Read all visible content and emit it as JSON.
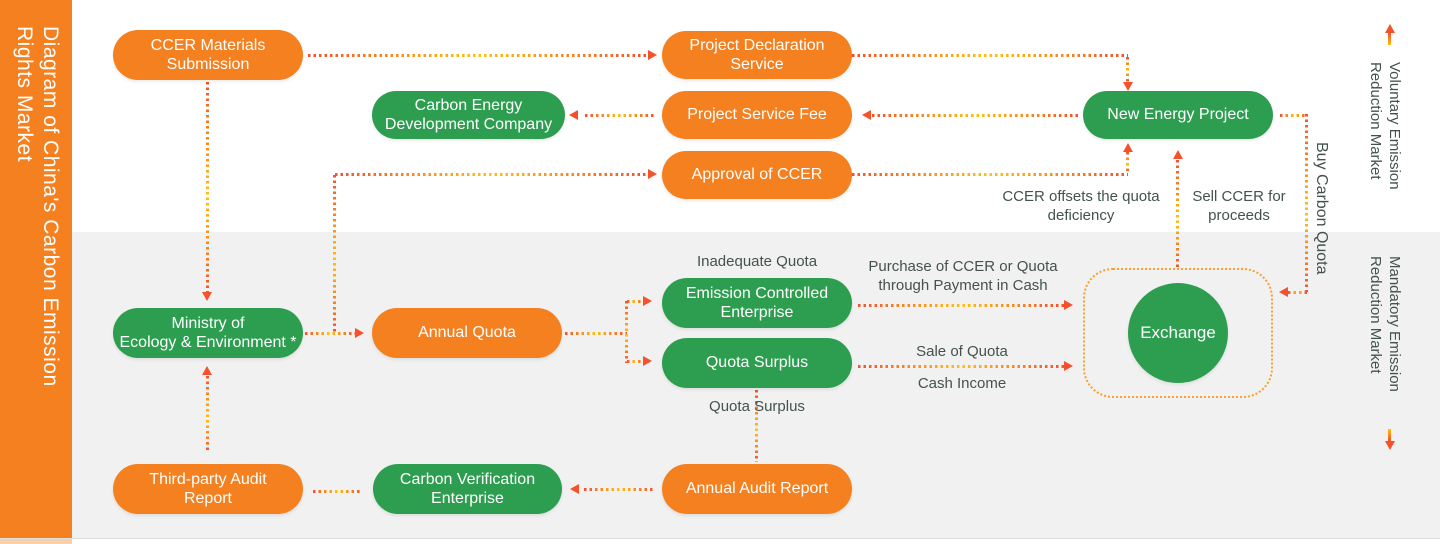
{
  "sidebar": {
    "title": "Diagram of China's Carbon Emission\nRights Market"
  },
  "markets": {
    "voluntary": {
      "label": "Voluntary Emission\nReduction Market"
    },
    "mandatory": {
      "label": "Mandatory Emission\nReduction Market"
    }
  },
  "nodes": {
    "ccer_materials": {
      "label": "CCER Materials\nSubmission",
      "color": "orange"
    },
    "project_declaration": {
      "label": "Project Declaration\nService",
      "color": "orange"
    },
    "carbon_energy_dev": {
      "label": "Carbon Energy\nDevelopment Company",
      "color": "green"
    },
    "project_service_fee": {
      "label": "Project Service Fee",
      "color": "orange"
    },
    "new_energy_project": {
      "label": "New Energy Project",
      "color": "green"
    },
    "approval_ccer": {
      "label": "Approval of CCER",
      "color": "orange"
    },
    "ministry": {
      "label": "Ministry of\nEcology & Environment *",
      "color": "green"
    },
    "annual_quota": {
      "label": "Annual Quota",
      "color": "orange"
    },
    "emission_controlled": {
      "label": "Emission Controlled\nEnterprise",
      "color": "green"
    },
    "quota_surplus": {
      "label": "Quota Surplus",
      "color": "green"
    },
    "exchange": {
      "label": "Exchange",
      "color": "green"
    },
    "third_party": {
      "label": "Third-party Audit\nReport",
      "color": "orange"
    },
    "carbon_verification": {
      "label": "Carbon Verification\nEnterprise",
      "color": "green"
    },
    "annual_audit": {
      "label": "Annual Audit Report",
      "color": "orange"
    }
  },
  "labels": {
    "inadequate_quota": "Inadequate Quota",
    "quota_surplus": "Quota Surplus",
    "purchase": "Purchase of CCER or Quota\nthrough Payment in Cash",
    "sale": "Sale of Quota",
    "cash_income": "Cash Income",
    "ccer_offsets": "CCER offsets the quota\ndeficiency",
    "sell_ccer": "Sell CCER for\nproceeds",
    "buy_carbon_quota": "Buy Carbon Quota"
  },
  "colors": {
    "orange": "#F58020",
    "green": "#2D9E50",
    "dot_yellow": "#FFC10E",
    "dot_orange": "#F4512C",
    "exchange_border": "#F8A22B",
    "text_dark": "#43534B",
    "band_gray": "#F1F1F1"
  }
}
